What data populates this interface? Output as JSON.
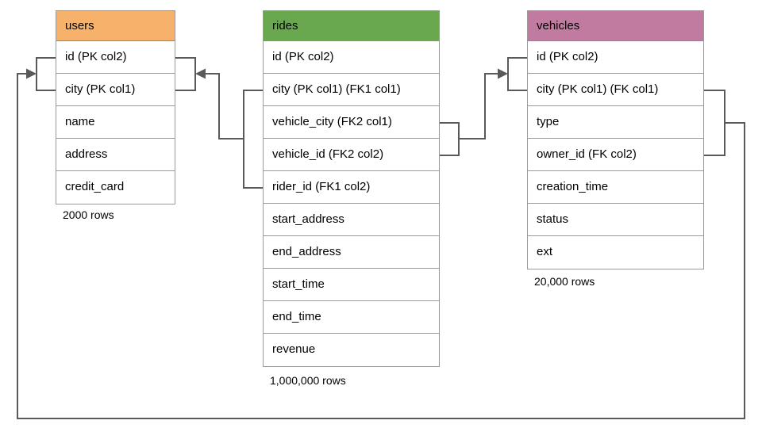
{
  "tables": [
    {
      "name": "users",
      "header_color": "#f6b26b",
      "columns": [
        "id (PK col2)",
        "city (PK col1)",
        "name",
        "address",
        "credit_card"
      ],
      "rows_label": "2000 rows"
    },
    {
      "name": "rides",
      "header_color": "#6aa84f",
      "columns": [
        "id (PK col2)",
        "city (PK col1) (FK1 col1)",
        "vehicle_city (FK2 col1)",
        "vehicle_id (FK2 col2)",
        "rider_id (FK1 col2)",
        "start_address",
        "end_address",
        "start_time",
        "end_time",
        "revenue"
      ],
      "rows_label": "1,000,000 rows"
    },
    {
      "name": "vehicles",
      "header_color": "#c27ba0",
      "columns": [
        "id (PK col2)",
        "city (PK col1) (FK col1)",
        "type",
        "owner_id (FK col2)",
        "creation_time",
        "status",
        "ext"
      ],
      "rows_label": "20,000 rows"
    }
  ],
  "relationships": [
    {
      "name": "rides-fk1-to-users",
      "from": "rides (city, rider_id) FK1",
      "to": "users (city, id) PK"
    },
    {
      "name": "rides-fk2-to-vehicles",
      "from": "rides (vehicle_city, vehicle_id) FK2",
      "to": "vehicles (city, id) PK"
    },
    {
      "name": "vehicles-fk-to-users",
      "from": "vehicles (city, owner_id) FK",
      "to": "users (city, id) PK"
    }
  ],
  "colors": {
    "connector": "#595959",
    "table_border": "#9a9a9a",
    "users_header": "#f6b26b",
    "rides_header": "#6aa84f",
    "vehicles_header": "#c27ba0"
  }
}
